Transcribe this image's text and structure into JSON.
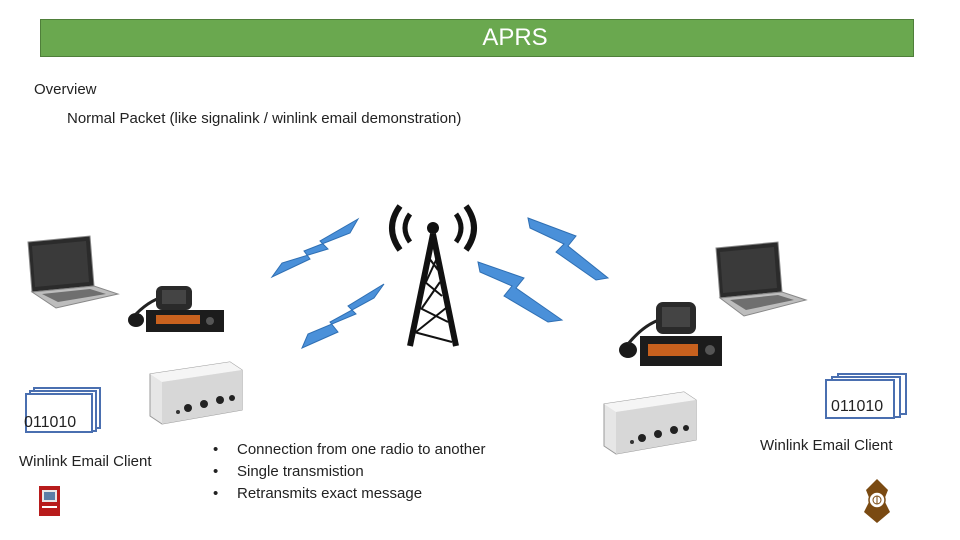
{
  "title": "APRS",
  "overview_label": "Overview",
  "subtitle": "Normal Packet (like signalink / winlink email demonstration)",
  "left_station": {
    "binary": "011010",
    "client_label": "Winlink Email Client"
  },
  "right_station": {
    "binary": "011010",
    "client_label": "Winlink Email Client"
  },
  "bullets": [
    "Connection from one radio to another",
    "Single transmistion",
    "Retransmits exact message"
  ],
  "icons": [
    "laptop-icon",
    "mobile-radio-icon",
    "tnc-interface-icon",
    "radio-tower-icon",
    "lightning-bolt-icon",
    "documents-stack-icon",
    "book-icon",
    "arrl-logo-icon"
  ],
  "colors": {
    "title_bar": "#6aa84f",
    "bolt": "#4a90d9",
    "document": "#4a6fb0"
  }
}
